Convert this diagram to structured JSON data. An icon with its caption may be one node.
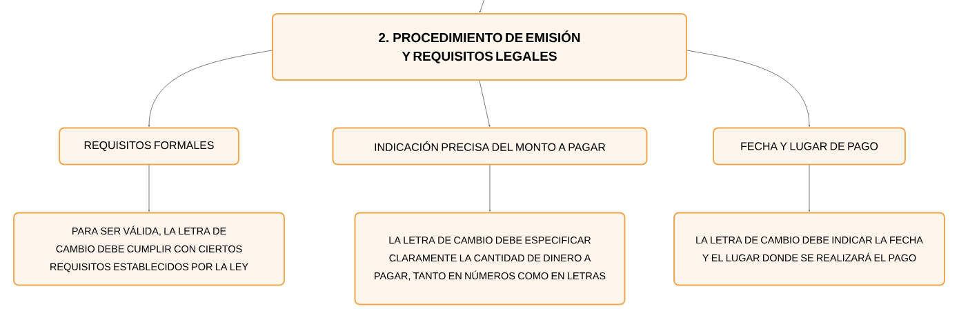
{
  "diagram": {
    "nodes": [
      {
        "text": [
          "2. PROCEDIMIENTO DE EMISIÓN Y REQUISITOS LEGALES"
        ]
      },
      {
        "text": [
          "REQUISITOS FORMALES"
        ]
      },
      {
        "text": [
          "INDICACIÓN PRECISA DEL MONTO A PAGAR"
        ]
      },
      {
        "text": [
          "FECHA Y LUGAR DE PAGO"
        ]
      },
      {
        "text": [
          "PARA SER VÁLIDA, LA LETRA DE CAMBIO DEBE CUMPLIR CON CIERTOS REQUISITOS ESTABLECIDOS POR LA LEY"
        ]
      },
      {
        "text": [
          "LA LETRA DE CAMBIO DEBE ESPECIFICAR CLARAMENTE LA CANTIDAD DE DINERO A PAGAR, TANTO EN NÚMEROS COMO EN LETRAS"
        ]
      },
      {
        "text": [
          "LA LETRA DE CAMBIO DEBE INDICAR LA FECHA Y EL LUGAR DONDE SE REALIZARÁ EL PAGO"
        ]
      }
    ],
    "edges": [
      {
        "from": null,
        "to": 0,
        "arrow": "to"
      },
      {
        "from": 0,
        "to": 1,
        "arrow": "to"
      },
      {
        "from": 0,
        "to": 2,
        "arrow": "to"
      },
      {
        "from": 0,
        "to": 3,
        "arrow": "to"
      },
      {
        "from": 1,
        "to": 4,
        "arrow": "to"
      },
      {
        "from": 2,
        "to": 5,
        "arrow": "to"
      },
      {
        "from": 3,
        "to": 6,
        "arrow": "to"
      }
    ]
  }
}
